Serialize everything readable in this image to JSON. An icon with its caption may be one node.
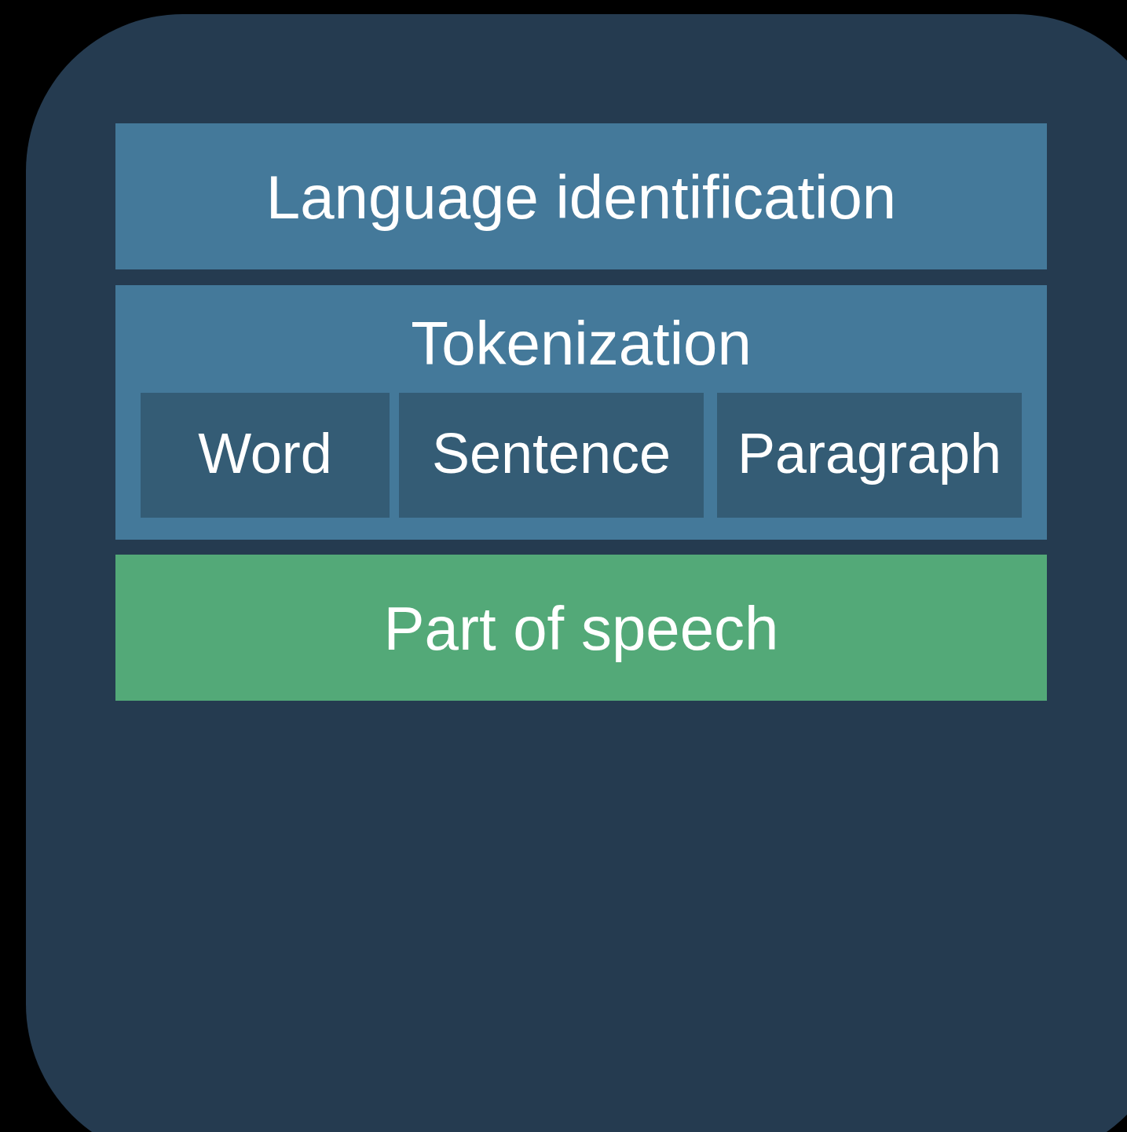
{
  "diagram": {
    "nodes": [
      {
        "text": [],
        "shape": "box"
      },
      {
        "text": [
          "Language identification"
        ],
        "in": 0
      },
      {
        "text": [
          "Tokenization"
        ],
        "in": 0
      },
      {
        "text": [
          "Word"
        ],
        "in": 2
      },
      {
        "text": [
          "Sentence"
        ],
        "in": 2
      },
      {
        "text": [
          "Paragraph"
        ],
        "in": 2
      },
      {
        "text": [
          "Part of speech"
        ],
        "in": 0
      }
    ]
  }
}
